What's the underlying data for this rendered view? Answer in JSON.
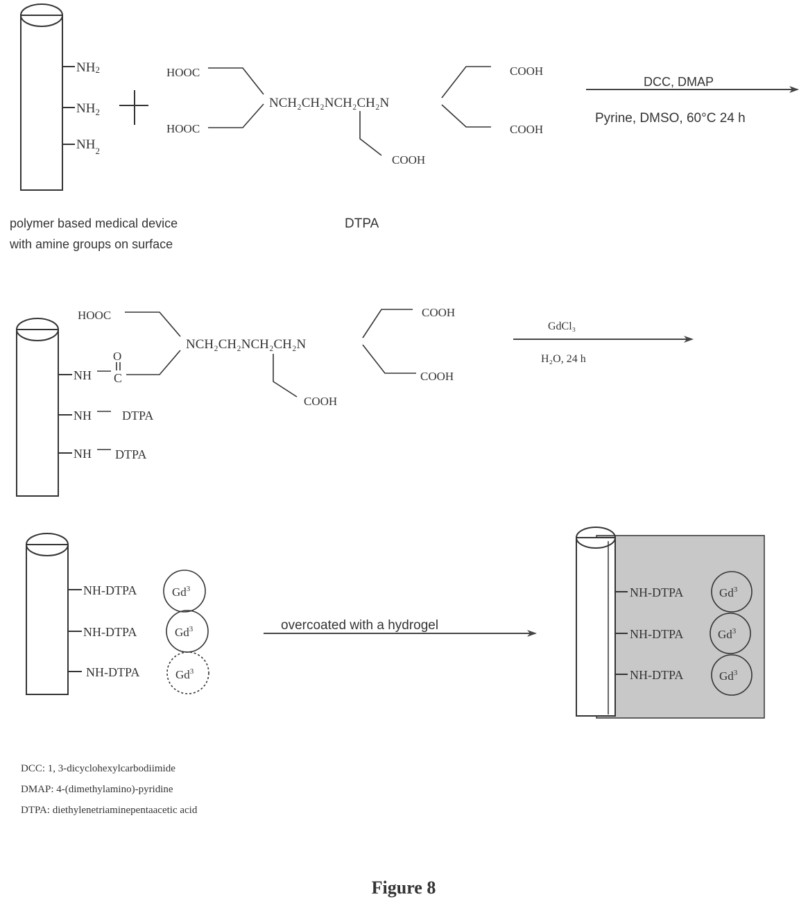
{
  "step1": {
    "nh2_labels": [
      "NH",
      "NH",
      "NH"
    ],
    "nh2_sub": "2",
    "plus": "+",
    "dtpa": {
      "hooc_top": "HOOC",
      "hooc_bottom": "HOOC",
      "backbone": "NCH₂CH₂NCH₂CH₂N",
      "cooh_top": "COOH",
      "cooh_right": "COOH",
      "cooh_bottom": "COOH"
    },
    "reagents_above": "DCC, DMAP",
    "reagents_below": "Pyrine, DMSO, 60°C 24 h",
    "caption_device_line1": "polymer based medical device",
    "caption_device_line2": "with amine groups on surface",
    "caption_dtpa": "DTPA"
  },
  "step2": {
    "hooc": "HOOC",
    "backbone": "NCH₂CH₂NCH₂CH₂N",
    "cooh_top": "COOH",
    "cooh_right": "COOH",
    "cooh_bottom": "COOH",
    "carbonyl_o": "O",
    "carbonyl_c": "C",
    "nh_labels": [
      "NH",
      "NH",
      "NH"
    ],
    "dtpa_labels": [
      "DTPA",
      "DTPA"
    ],
    "reagent_above": "GdCl₃",
    "reagent_below": "H₂O, 24 h"
  },
  "step3": {
    "nh_dtpa_labels": [
      "NH-DTPA",
      "NH-DTPA",
      "NH-DTPA"
    ],
    "gd_label": "Gd",
    "gd_sup": "3",
    "arrow_label": "overcoated with a hydrogel",
    "hydrogel_color": "#c8c8c8"
  },
  "legend": {
    "dcc": "DCC: 1, 3-dicyclohexylcarbodiimide",
    "dmap": "DMAP: 4-(dimethylamino)-pyridine",
    "dtpa": "DTPA: diethylenetriaminepentaacetic acid"
  },
  "figure_title": "Figure 8"
}
